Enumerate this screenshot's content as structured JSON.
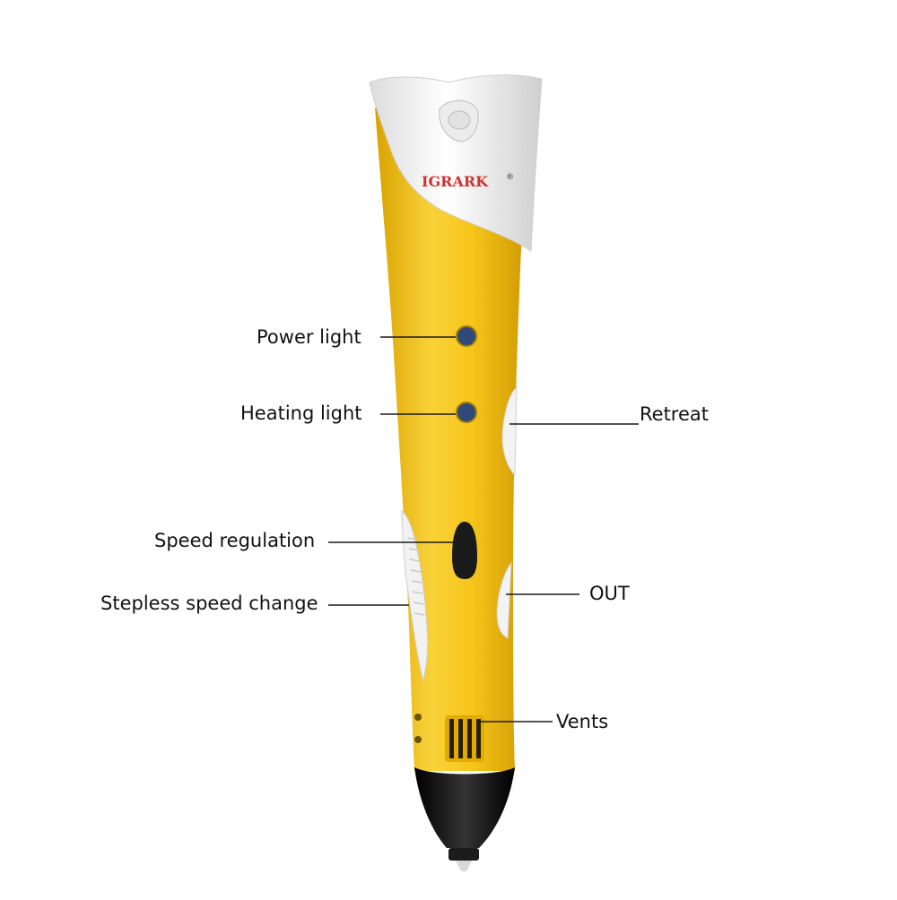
{
  "brand": "IGRARK",
  "brand_mark": "®",
  "colors": {
    "body": "#f2c21a",
    "cap": "#f4f4f4",
    "indicator": "#2f4a78",
    "button": "#1a1a1a",
    "tip": "#151515"
  },
  "labels": {
    "power_light": "Power light",
    "heating_light": "Heating light",
    "retreat": "Retreat",
    "speed_regulation": "Speed regulation",
    "stepless_speed_change": "Stepless speed change",
    "out": "OUT",
    "vents": "Vents"
  }
}
